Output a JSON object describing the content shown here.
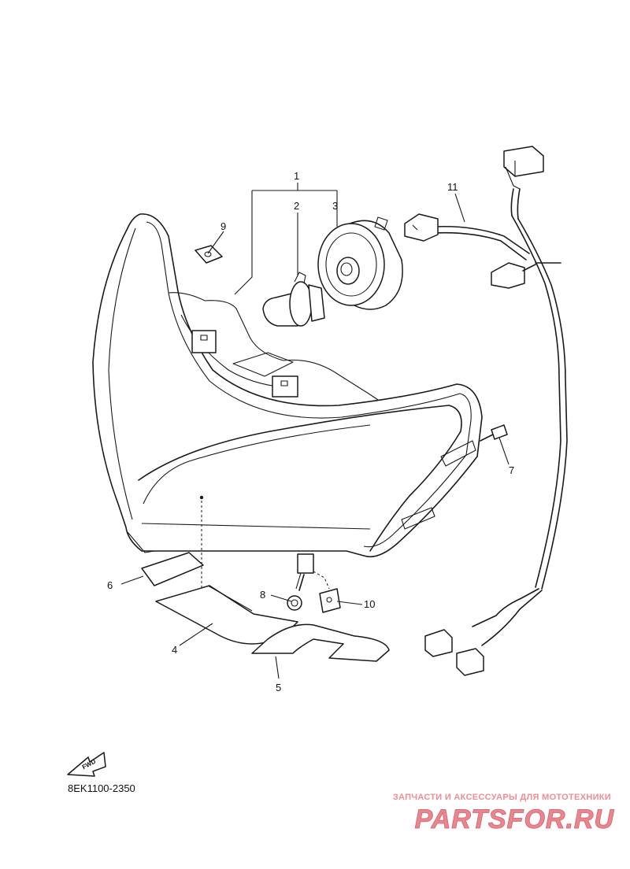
{
  "callouts": {
    "c1": "1",
    "c2": "2",
    "c3": "3",
    "c4": "4",
    "c5": "5",
    "c6": "6",
    "c7": "7",
    "c8": "8",
    "c9": "9",
    "c10": "10",
    "c11": "11"
  },
  "fwd_label": "FWD",
  "diagram_code": "8EK1100-2350",
  "watermark": {
    "tagline": "ЗАПЧАСТИ И АКСЕССУАРЫ ДЛЯ МОТОТЕХНИКИ",
    "logo": "PARTSFOR.RU"
  }
}
